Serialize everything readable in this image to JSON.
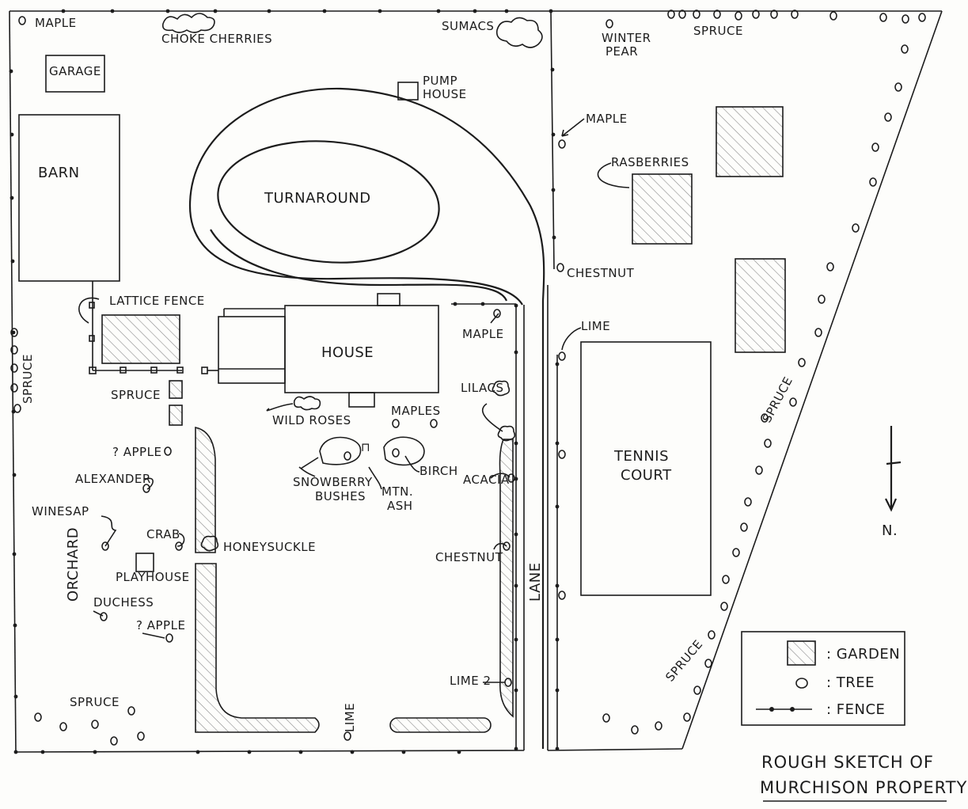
{
  "title": {
    "line1": "ROUGH SKETCH OF",
    "line2": "MURCHISON PROPERTY"
  },
  "buildings": {
    "garage": "GARAGE",
    "barn": "BARN",
    "house": "HOUSE",
    "pump_house_line1": "PUMP",
    "pump_house_line2": "HOUSE",
    "playhouse": "PLAYHOUSE",
    "tennis_court_line1": "TENNIS",
    "tennis_court_line2": "COURT"
  },
  "features": {
    "turnaround": "TURNAROUND",
    "lane": "LANE",
    "lattice_fence": "LATTICE FENCE",
    "orchard": "ORCHARD",
    "rasberries": "RASBERRIES"
  },
  "plants": {
    "maple_nw": "MAPLE",
    "choke_cherries": "CHOKE CHERRIES",
    "sumacs": "SUMACS",
    "winter_pear_line1": "WINTER",
    "winter_pear_line2": "PEAR",
    "spruce_north": "SPRUCE",
    "maple_east": "MAPLE",
    "chestnut_east": "CHESTNUT",
    "lime_east": "LIME",
    "maple_lane": "MAPLE",
    "lilacs": "LILACS",
    "acacia": "ACACIA",
    "chestnut_lane": "CHESTNUT",
    "lime_2": "LIME 2",
    "lime_south": "LIME",
    "spruce_west": "SPRUCE",
    "spruce_garden": "SPRUCE",
    "spruce_sw": "SPRUCE",
    "spruce_diagonal_upper": "SPRUCE",
    "spruce_diagonal_lower": "SPRUCE",
    "wild_roses": "WILD ROSES",
    "maples": "MAPLES",
    "snowberry_line1": "SNOWBERRY",
    "snowberry_line2": "BUSHES",
    "mtn_ash_line1": "MTN.",
    "mtn_ash_line2": "ASH",
    "birch": "BIRCH",
    "honeysuckle": "HONEYSUCKLE",
    "apple_1": "? APPLE",
    "alexander": "ALEXANDER",
    "winesap": "WINESAP",
    "crab": "CRAB",
    "duchess": "DUCHESS",
    "apple_2": "? APPLE"
  },
  "compass": {
    "label": "N."
  },
  "legend": {
    "items": [
      {
        "symbol": "garden-swatch",
        "label": ": GARDEN"
      },
      {
        "symbol": "tree-circle",
        "label": ": TREE"
      },
      {
        "symbol": "fence-line",
        "label": ": FENCE"
      }
    ]
  }
}
